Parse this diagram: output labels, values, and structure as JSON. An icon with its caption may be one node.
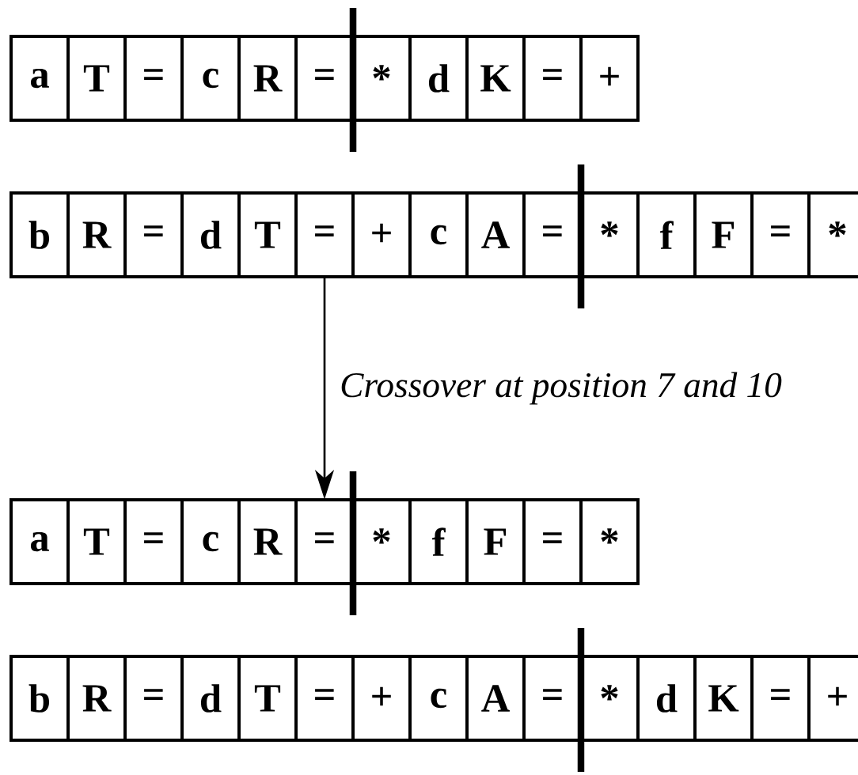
{
  "diagram": {
    "nodes": [
      {
        "text": [
          "a",
          "T",
          "=",
          "c",
          "R",
          "=",
          "*",
          "d",
          "K",
          "=",
          "+"
        ]
      },
      {
        "text": [
          "b",
          "R",
          "=",
          "d",
          "T",
          "=",
          "+",
          "c",
          "A",
          "=",
          "*",
          "f",
          "F",
          "=",
          "*"
        ]
      },
      {
        "text": [
          "a",
          "T",
          "=",
          "c",
          "R",
          "=",
          "*",
          "f",
          "F",
          "=",
          "*"
        ]
      },
      {
        "text": [
          "b",
          "R",
          "=",
          "d",
          "T",
          "=",
          "+",
          "c",
          "A",
          "=",
          "*",
          "d",
          "K",
          "=",
          "+"
        ]
      }
    ],
    "edges": [
      {
        "from": 1,
        "to": 2,
        "arrow": "to",
        "label": "Crossover at position 7 and 10"
      }
    ]
  }
}
